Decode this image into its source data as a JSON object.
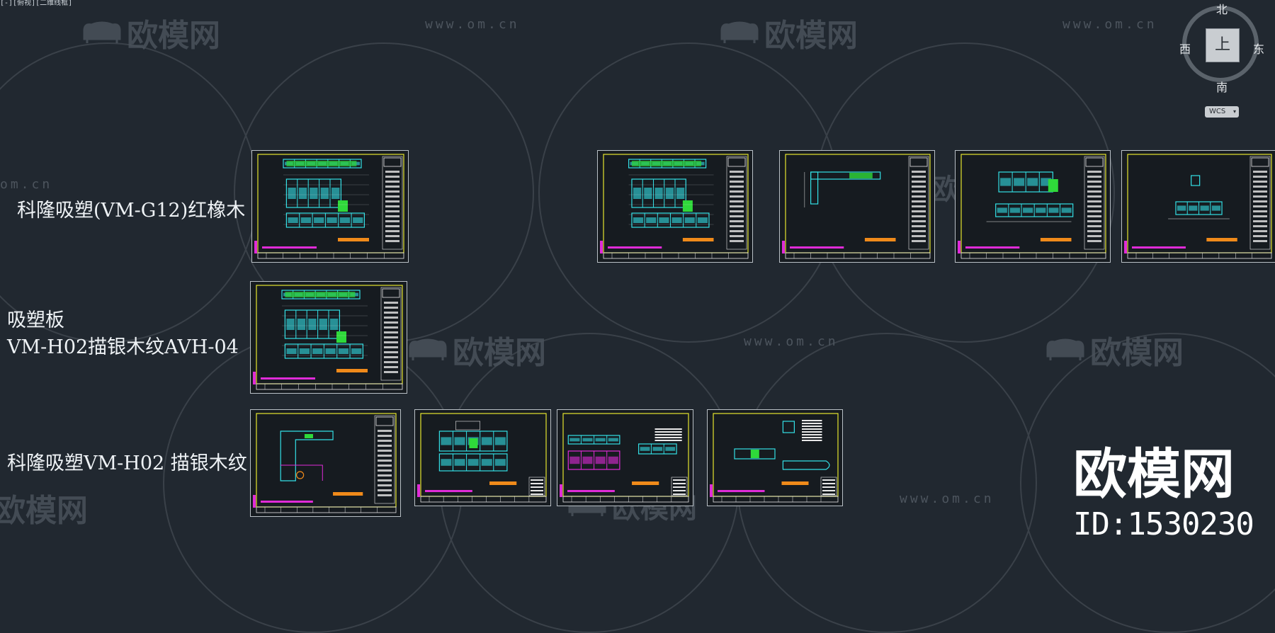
{
  "window": {
    "title_fragment": "[-][俯视][二维线框]"
  },
  "watermark": {
    "logo_text": "欧模网",
    "url_text": "www.om.cn",
    "partial_url_text": "om.cn"
  },
  "row_labels": [
    "科隆吸塑(VM-G12)红橡木",
    "吸塑板",
    "VM-H02描银木纹AVH-04",
    "科隆吸塑VM-H02 描银木纹"
  ],
  "viewcube": {
    "north": "北",
    "south": "南",
    "east": "东",
    "west": "西",
    "face": "上",
    "wcs_label": "WCS"
  },
  "brand": {
    "name": "欧模网",
    "id_text": "ID:1530230"
  },
  "colors": {
    "background": "#212830",
    "cad_cyan": "#33e0e6",
    "cad_yellow": "#e6e62e",
    "cad_magenta": "#e02bd8",
    "cad_green": "#2fd93a",
    "cad_orange": "#f08a1a",
    "cad_white": "#e8e8e8"
  }
}
